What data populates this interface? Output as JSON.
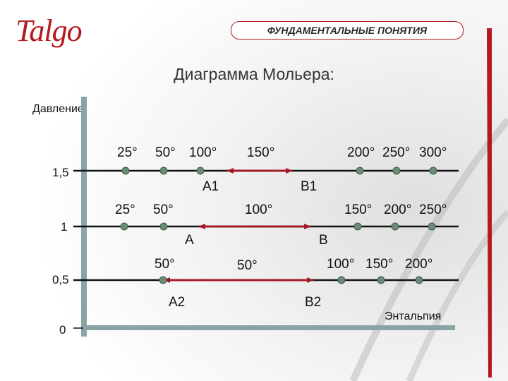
{
  "header": {
    "logo_text": "Talgo",
    "banner": "ФУНДАМЕНТАЛЬНЫЕ ПОНЯТИЯ"
  },
  "slide": {
    "title": "Диаграмма Мольера:"
  },
  "axes": {
    "y_label": "Давление",
    "x_label": "Энтальпия",
    "y_ticks": [
      "1,5",
      "1",
      "0,5",
      "0"
    ]
  },
  "rows": [
    {
      "pressure": "1,5",
      "temp_labels": [
        "25°",
        "50°",
        "100°",
        "150°",
        "200°",
        "250°",
        "300°"
      ],
      "start_label": "A1",
      "end_label": "B1"
    },
    {
      "pressure": "1",
      "temp_labels": [
        "25°",
        "50°",
        "100°",
        "150°",
        "200°",
        "250°"
      ],
      "start_label": "A",
      "end_label": "B"
    },
    {
      "pressure": "0,5",
      "temp_labels": [
        "50°",
        "50°",
        "100°",
        "150°",
        "200°"
      ],
      "start_label": "A2",
      "end_label": "B2"
    }
  ],
  "colors": {
    "axis": "#8aa3a6",
    "isobar": "#111111",
    "dot": "#6c8c78",
    "arrow": "#a3192a",
    "brand": "#b3191e"
  }
}
